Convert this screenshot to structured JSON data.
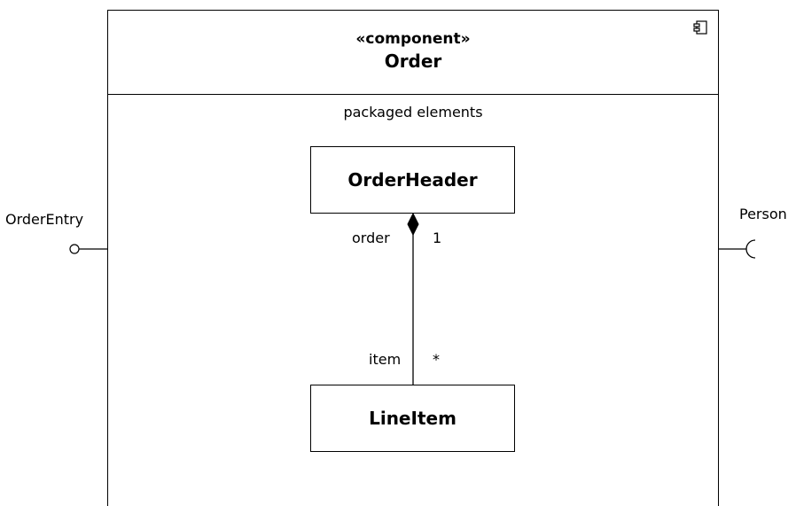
{
  "component": {
    "stereotype": "«component»",
    "name": "Order",
    "icon": "component-icon",
    "compartment_label": "packaged elements"
  },
  "classes": {
    "order_header": "OrderHeader",
    "line_item": "LineItem"
  },
  "association": {
    "type": "composition",
    "source_role": "order",
    "source_multiplicity": "1",
    "target_role": "item",
    "target_multiplicity": "*"
  },
  "interfaces": {
    "provided": "OrderEntry",
    "required": "Person"
  }
}
